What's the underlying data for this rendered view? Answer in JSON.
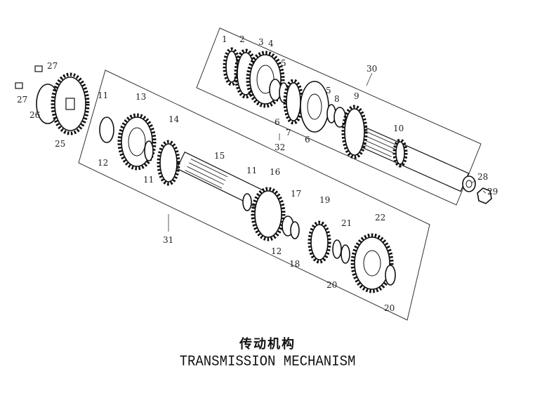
{
  "caption": {
    "title_cn": "传动机构",
    "title_en": "TRANSMISSION MECHANISM"
  },
  "callouts": {
    "upper": [
      "1",
      "2",
      "3",
      "4",
      "5",
      "6",
      "7",
      "6",
      "5",
      "8",
      "9",
      "10",
      "30",
      "32"
    ],
    "lower": [
      "11",
      "13",
      "12",
      "11",
      "14",
      "15",
      "11",
      "16",
      "17",
      "12",
      "18",
      "19",
      "21",
      "22",
      "20",
      "20",
      "31"
    ],
    "sprocket": [
      "27",
      "27",
      "26",
      "25"
    ],
    "right": [
      "28",
      "29"
    ]
  }
}
